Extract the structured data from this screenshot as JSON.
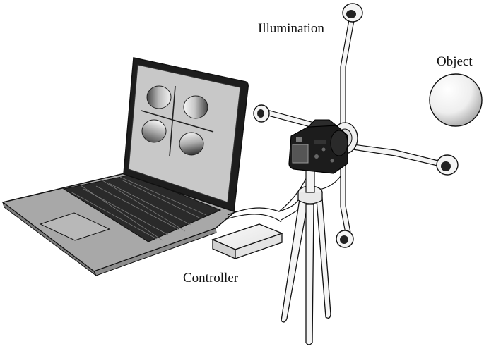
{
  "labels": {
    "illumination": "Illumination",
    "object": "Object",
    "controller": "Controller"
  },
  "colors": {
    "outline": "#111111",
    "screen": "#c9c9c9",
    "laptop_body": "#a7a7a7",
    "keyboard": "#2a2a2a",
    "tripod": "#f4f4f4",
    "camera": "#1c1c1c",
    "background": "#ffffff"
  },
  "icons": {
    "laptop": "laptop-icon",
    "camera": "camera-icon",
    "tripod": "tripod-icon",
    "controller": "controller-box-icon",
    "light": "light-source-icon",
    "sphere": "sphere-icon"
  }
}
